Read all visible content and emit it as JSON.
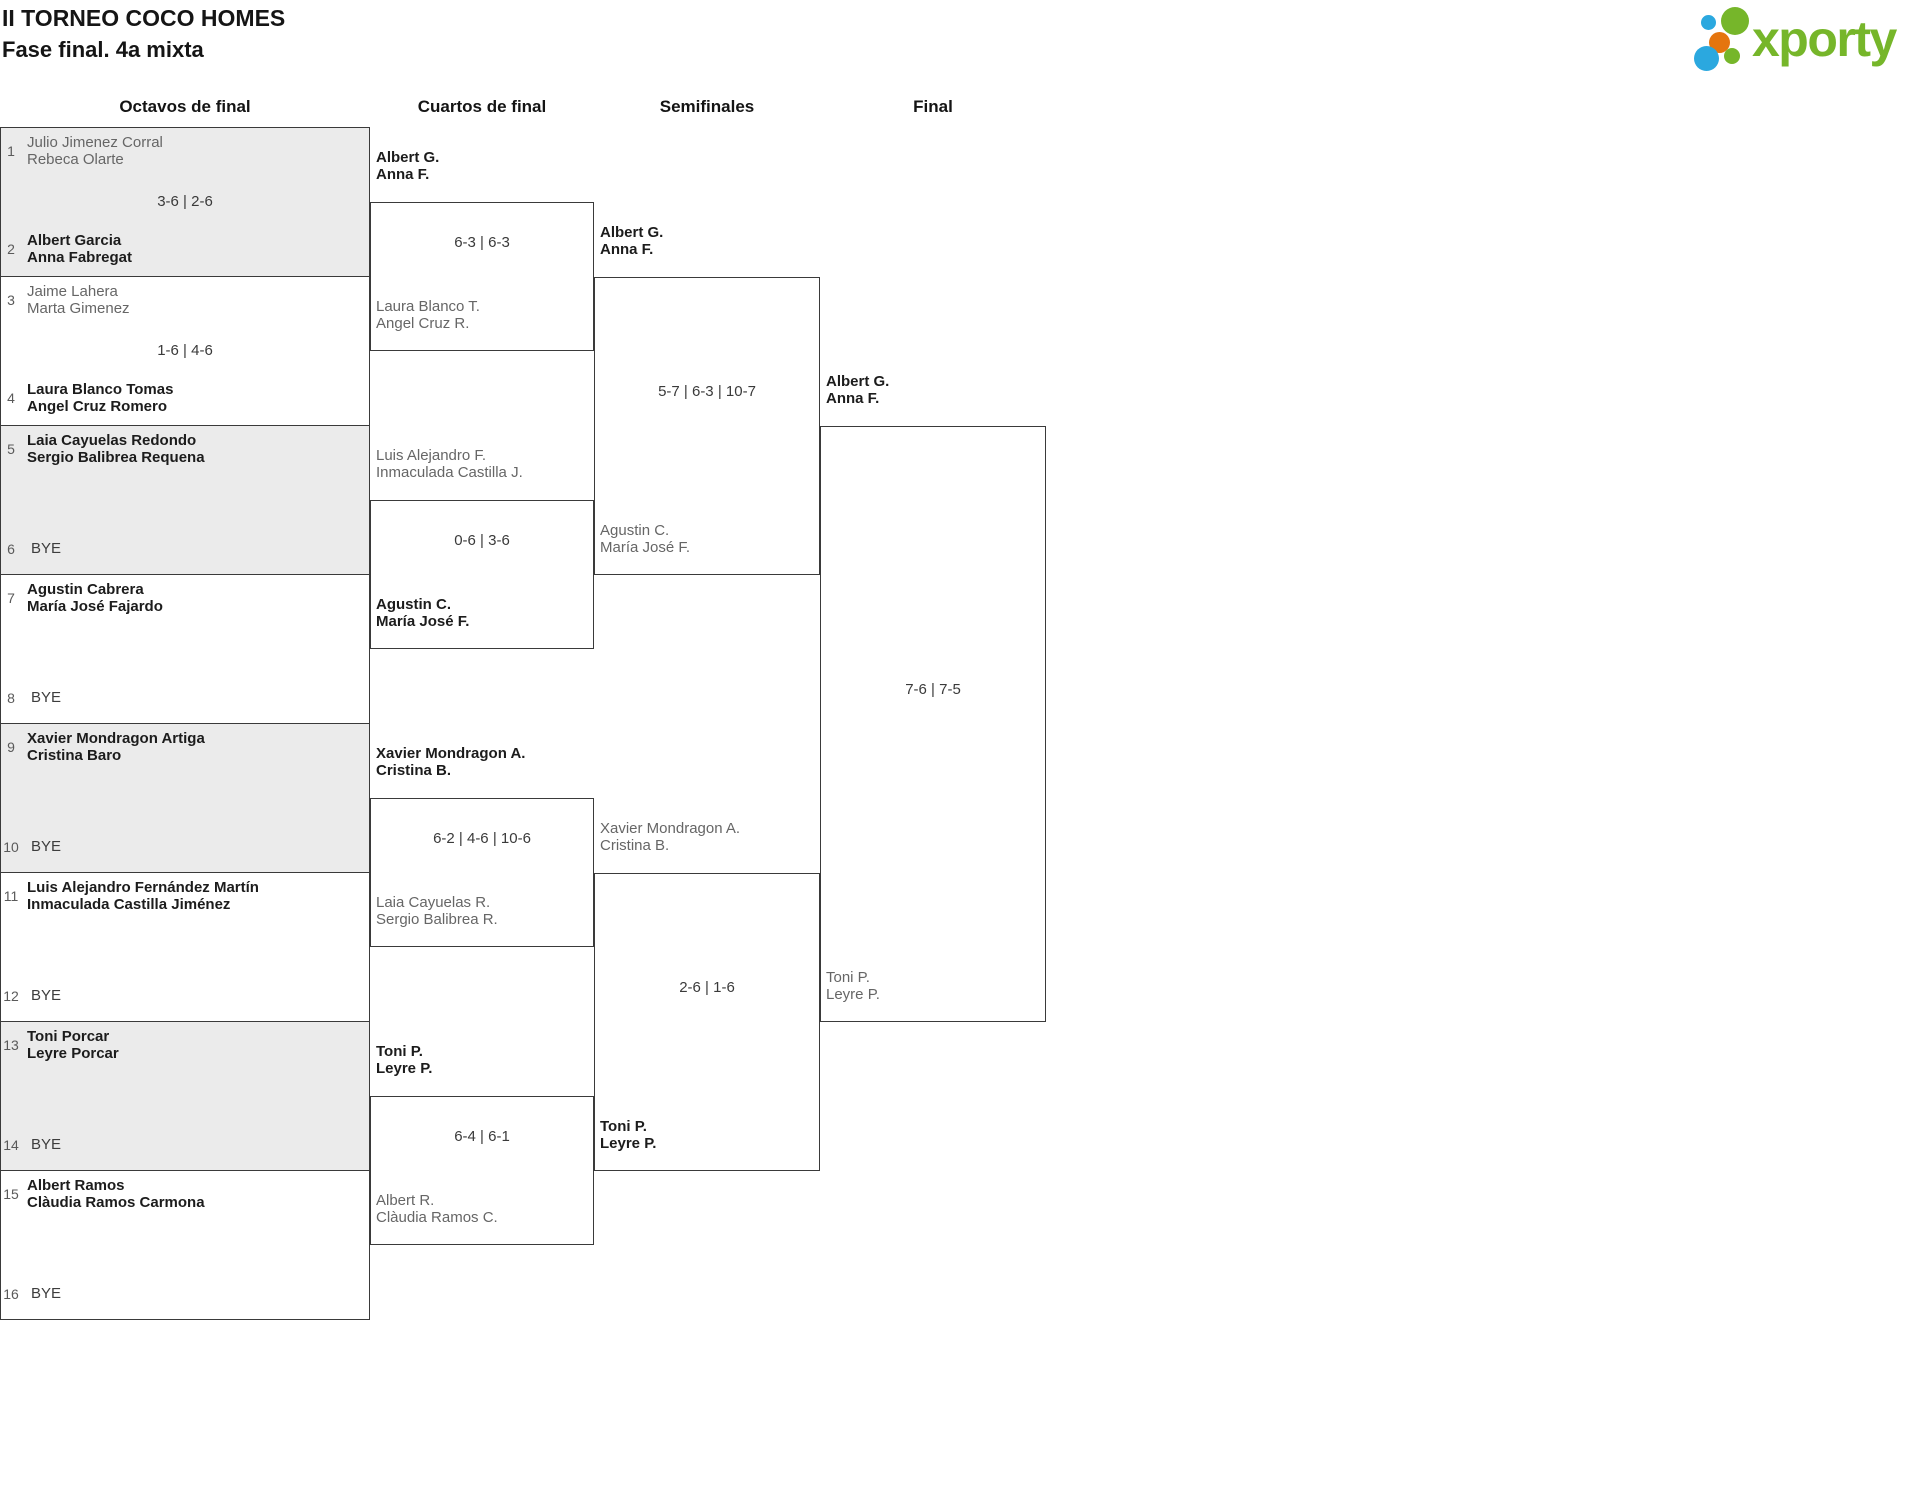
{
  "header": {
    "title": "II TORNEO COCO HOMES",
    "subtitle": "Fase final. 4a mixta"
  },
  "logo": {
    "text": "xporty",
    "colors": {
      "green": "#76b62a",
      "blue": "#2ba8df",
      "orange": "#e5750e"
    }
  },
  "colors": {
    "border_line": "#3a3a3a",
    "shaded_box": "#ebebeb",
    "winner_text": "#1c1c1c",
    "loser_text": "#666666"
  },
  "columns": [
    {
      "label": "Octavos de final"
    },
    {
      "label": "Cuartos de final"
    },
    {
      "label": "Semifinales"
    },
    {
      "label": "Final"
    }
  ],
  "rounds": {
    "round_of_16": [
      {
        "seed_top": "1",
        "team_top": [
          "Julio Jimenez Corral",
          "Rebeca Olarte"
        ],
        "top_winner": false,
        "score": "3-6 | 2-6",
        "seed_bottom": "2",
        "team_bottom": [
          "Albert Garcia",
          "Anna Fabregat"
        ],
        "bottom_winner": true,
        "bottom_bye": false,
        "shaded": true
      },
      {
        "seed_top": "3",
        "team_top": [
          "Jaime Lahera",
          "Marta Gimenez"
        ],
        "top_winner": false,
        "score": "1-6 | 4-6",
        "seed_bottom": "4",
        "team_bottom": [
          "Laura Blanco Tomas",
          "Angel Cruz Romero"
        ],
        "bottom_winner": true,
        "bottom_bye": false,
        "shaded": false
      },
      {
        "seed_top": "5",
        "team_top": [
          "Laia Cayuelas Redondo",
          "Sergio Balibrea Requena"
        ],
        "top_winner": true,
        "score": "",
        "seed_bottom": "6",
        "team_bottom": [
          "BYE"
        ],
        "bottom_winner": false,
        "bottom_bye": true,
        "shaded": true
      },
      {
        "seed_top": "7",
        "team_top": [
          "Agustin Cabrera",
          "María José Fajardo"
        ],
        "top_winner": true,
        "score": "",
        "seed_bottom": "8",
        "team_bottom": [
          "BYE"
        ],
        "bottom_winner": false,
        "bottom_bye": true,
        "shaded": false
      },
      {
        "seed_top": "9",
        "team_top": [
          "Xavier Mondragon Artiga",
          "Cristina Baro"
        ],
        "top_winner": true,
        "score": "",
        "seed_bottom": "10",
        "team_bottom": [
          "BYE"
        ],
        "bottom_winner": false,
        "bottom_bye": true,
        "shaded": true
      },
      {
        "seed_top": "11",
        "team_top": [
          "Luis Alejandro Fernández Martín",
          "Inmaculada Castilla Jiménez"
        ],
        "top_winner": true,
        "score": "",
        "seed_bottom": "12",
        "team_bottom": [
          "BYE"
        ],
        "bottom_winner": false,
        "bottom_bye": true,
        "shaded": false
      },
      {
        "seed_top": "13",
        "team_top": [
          "Toni Porcar",
          "Leyre Porcar"
        ],
        "top_winner": true,
        "score": "",
        "seed_bottom": "14",
        "team_bottom": [
          "BYE"
        ],
        "bottom_winner": false,
        "bottom_bye": true,
        "shaded": true
      },
      {
        "seed_top": "15",
        "team_top": [
          "Albert Ramos",
          "Clàudia Ramos Carmona"
        ],
        "top_winner": true,
        "score": "",
        "seed_bottom": "16",
        "team_bottom": [
          "BYE"
        ],
        "bottom_winner": false,
        "bottom_bye": true,
        "shaded": false
      }
    ],
    "quarterfinals": [
      {
        "team_top": [
          "Albert G.",
          "Anna F."
        ],
        "top_winner": true,
        "score": "6-3 | 6-3",
        "team_bottom": [
          "Laura Blanco T.",
          "Angel Cruz R."
        ],
        "bottom_winner": false
      },
      {
        "team_top": [
          "Luis Alejandro F.",
          "Inmaculada Castilla J."
        ],
        "top_winner": false,
        "score": "0-6 | 3-6",
        "team_bottom": [
          "Agustin C.",
          "María José F."
        ],
        "bottom_winner": true
      },
      {
        "team_top": [
          "Xavier Mondragon A.",
          "Cristina B."
        ],
        "top_winner": true,
        "score": "6-2 | 4-6 | 10-6",
        "team_bottom": [
          "Laia Cayuelas R.",
          "Sergio Balibrea R."
        ],
        "bottom_winner": false
      },
      {
        "team_top": [
          "Toni P.",
          "Leyre P."
        ],
        "top_winner": true,
        "score": "6-4 | 6-1",
        "team_bottom": [
          "Albert R.",
          "Clàudia Ramos C."
        ],
        "bottom_winner": false
      }
    ],
    "semifinals": [
      {
        "team_top": [
          "Albert G.",
          "Anna F."
        ],
        "top_winner": true,
        "score": "5-7 | 6-3 | 10-7",
        "team_bottom": [
          "Agustin C.",
          "María José F."
        ],
        "bottom_winner": false
      },
      {
        "team_top": [
          "Xavier Mondragon A.",
          "Cristina B."
        ],
        "top_winner": false,
        "score": "2-6 | 1-6",
        "team_bottom": [
          "Toni P.",
          "Leyre P."
        ],
        "bottom_winner": true
      }
    ],
    "final": [
      {
        "team_top": [
          "Albert G.",
          "Anna F."
        ],
        "top_winner": true,
        "score": "7-6 | 7-5",
        "team_bottom": [
          "Toni P.",
          "Leyre P."
        ],
        "bottom_winner": false
      }
    ]
  }
}
